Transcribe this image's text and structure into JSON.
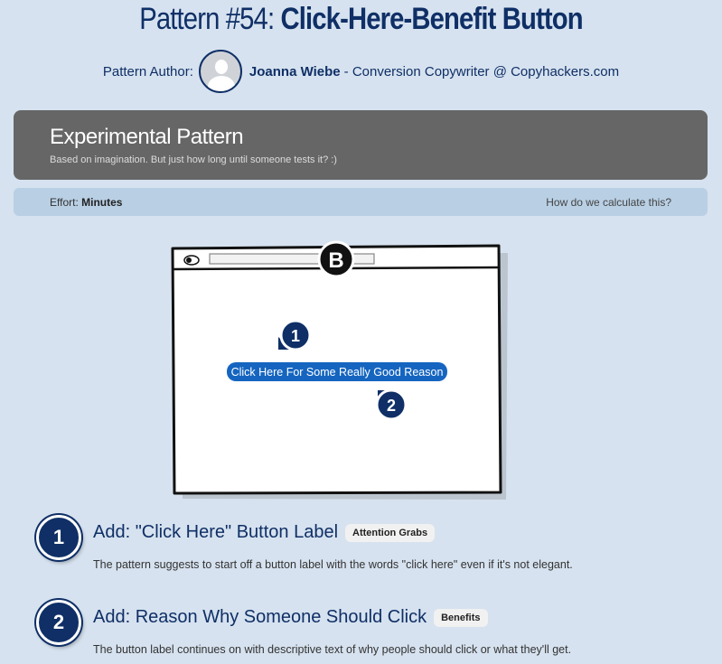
{
  "header": {
    "title_prefix": "Pattern #54: ",
    "title_strong": "Click-Here-Benefit Button"
  },
  "author": {
    "label": "Pattern Author:",
    "name": "Joanna Wiebe",
    "role": "- Conversion Copywriter @ Copyhackers.com"
  },
  "experimental": {
    "heading": "Experimental Pattern",
    "subtext": "Based on imagination. But just how long until someone tests it? :)"
  },
  "effort": {
    "label": "Effort:",
    "value": "Minutes",
    "link": "How do we calculate this?"
  },
  "illustration": {
    "variant": "B",
    "button_text": "Click Here For Some Really Good Reason",
    "marker1": "1",
    "marker2": "2"
  },
  "steps": [
    {
      "number": "1",
      "title": "Add: \"Click Here\" Button Label",
      "badge": "Attention Grabs",
      "description": "The pattern suggests to start off a button label with the words \"click here\" even if it's not elegant."
    },
    {
      "number": "2",
      "title": "Add: Reason Why Someone Should Click",
      "badge": "Benefits",
      "description": "The button label continues on with descriptive text of why people should click or what they'll get."
    }
  ],
  "colors": {
    "page_bg": "#d6e2ef",
    "navy": "#0f2f66",
    "button_blue": "#1565c0",
    "experimental_bg": "#666666",
    "effort_bg": "#b9cfe4"
  }
}
